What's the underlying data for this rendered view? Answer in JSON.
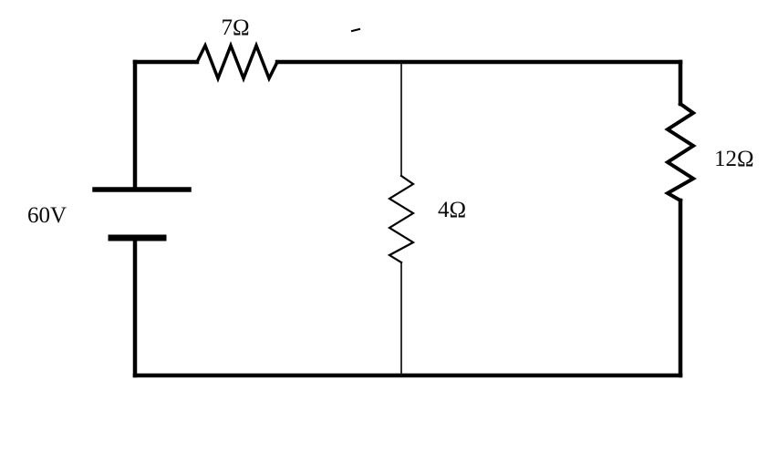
{
  "diagram": {
    "type": "circuit-schematic",
    "description": "Series-parallel resistor circuit with one voltage source",
    "colors": {
      "wire": "#000000",
      "background": "#ffffff"
    },
    "components": {
      "source": {
        "kind": "battery",
        "label": "60V"
      },
      "r1": {
        "kind": "resistor",
        "label": "7Ω",
        "position": "top-branch"
      },
      "r2": {
        "kind": "resistor",
        "label": "4Ω",
        "position": "middle-branch"
      },
      "r3": {
        "kind": "resistor",
        "label": "12Ω",
        "position": "right-branch"
      }
    }
  }
}
